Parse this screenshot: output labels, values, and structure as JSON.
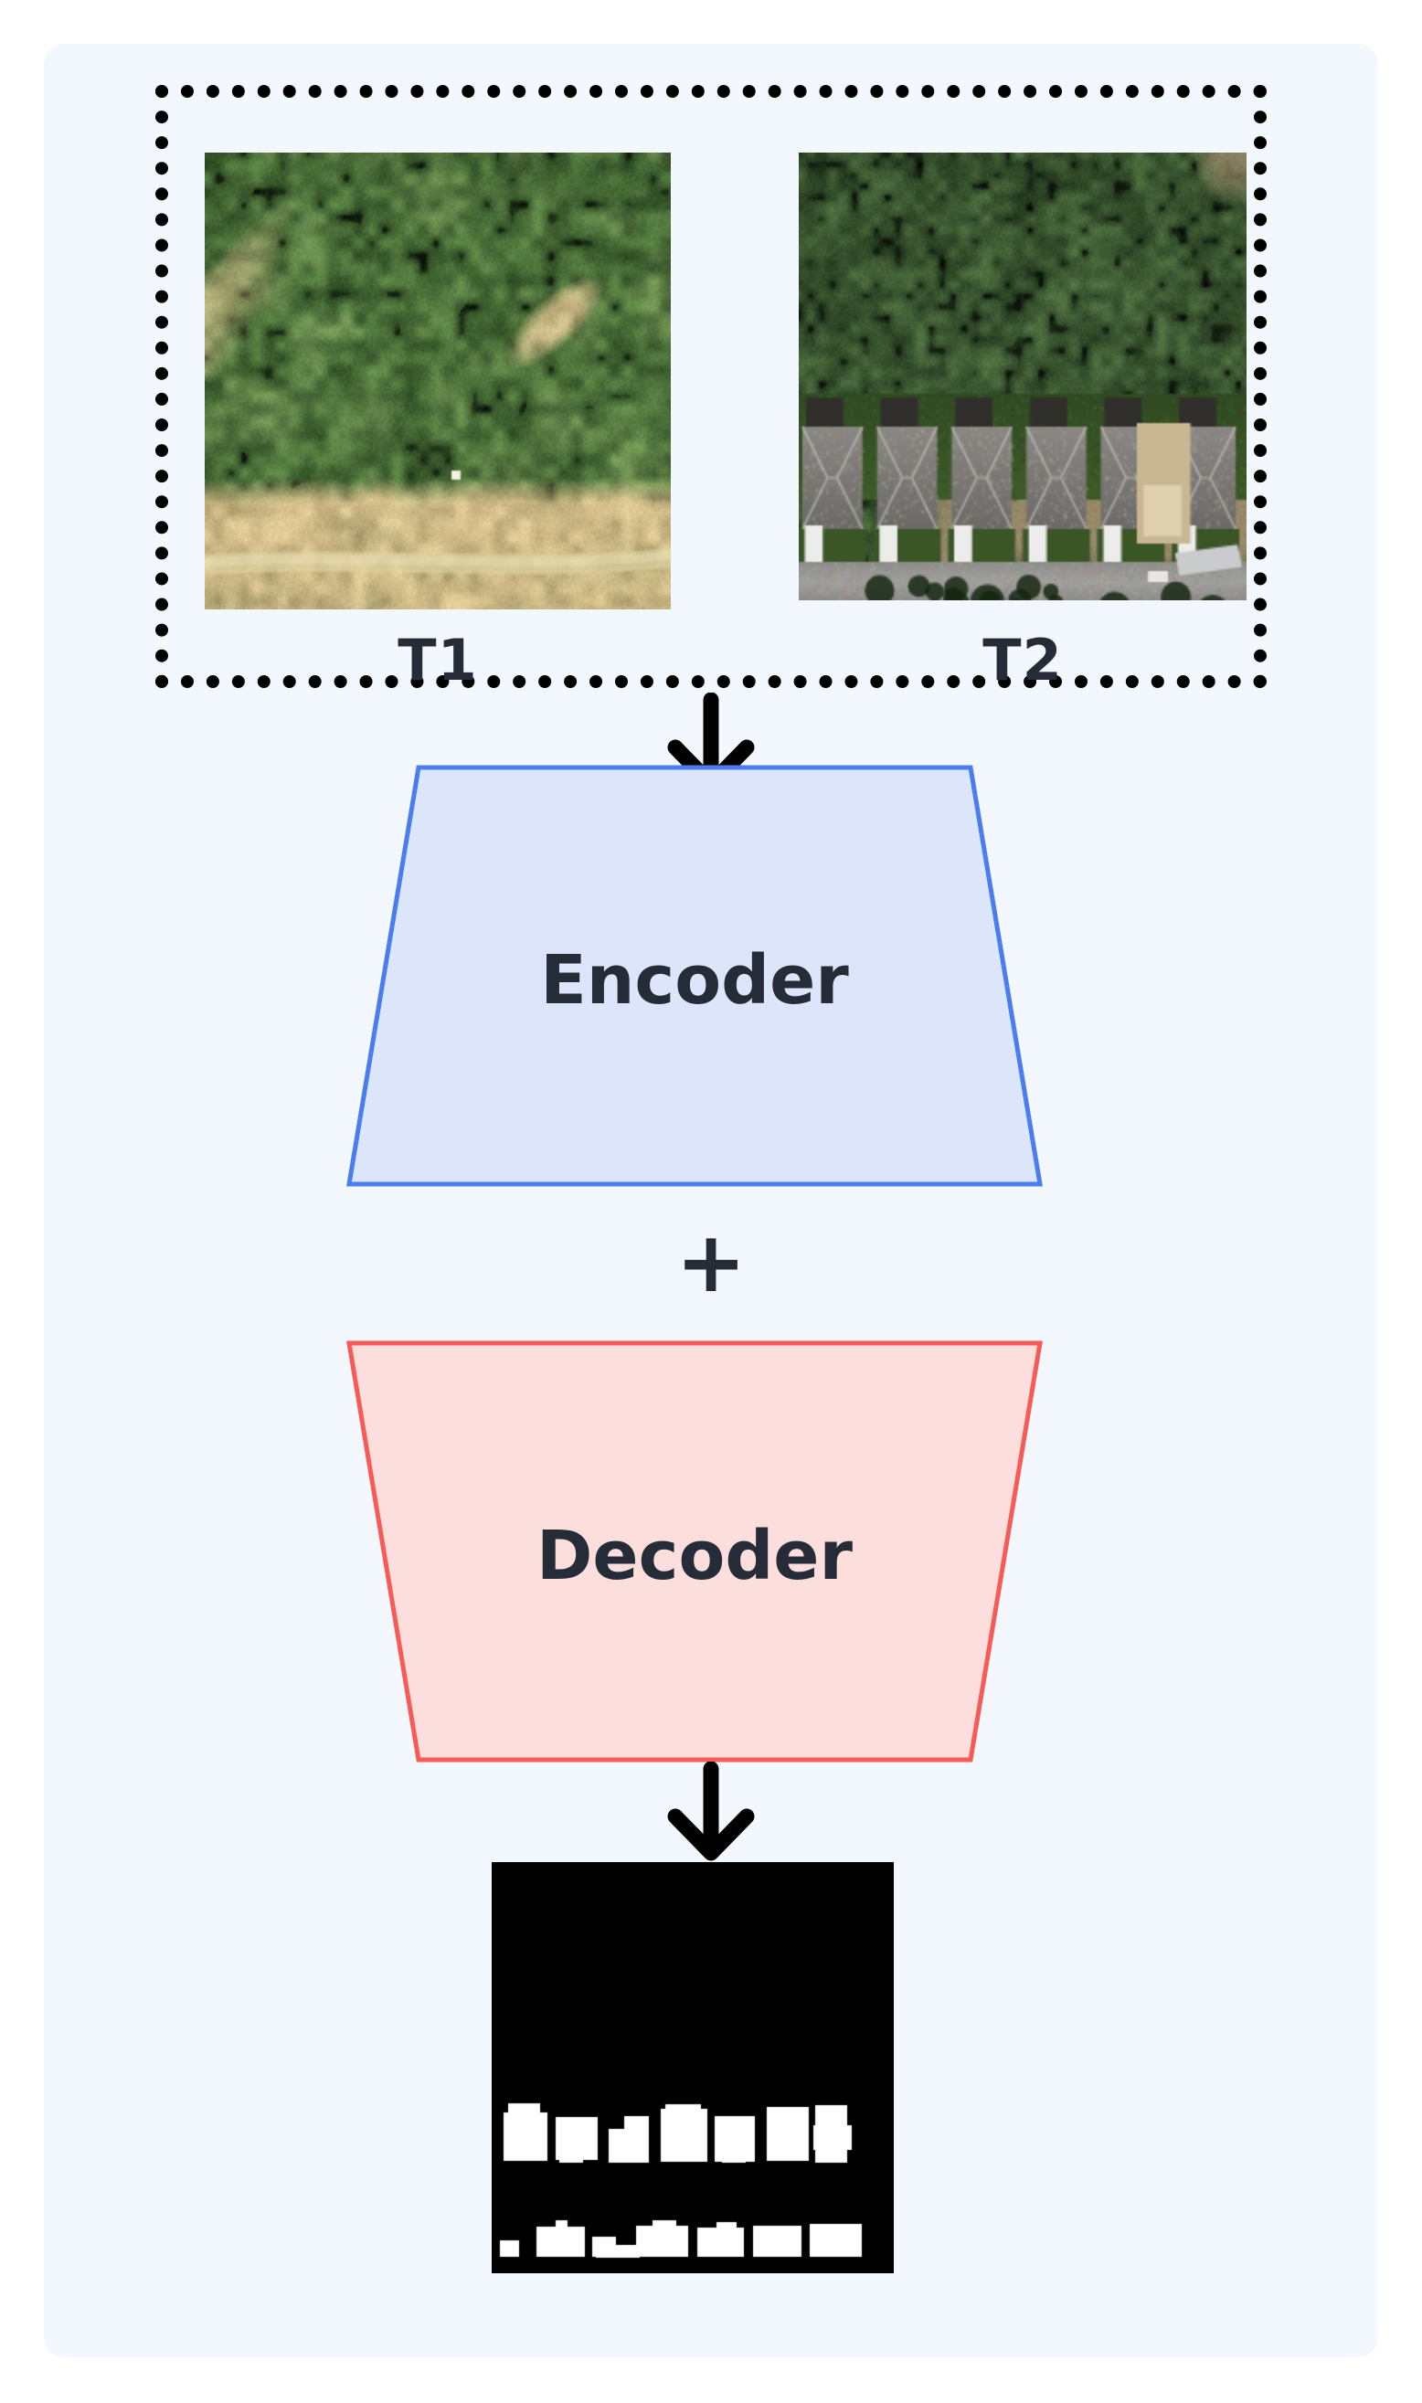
{
  "page": {
    "title": "Change Detection Encoder-Decoder Pipeline",
    "background_color": "#ffffff",
    "panel_color": "#f3f7fe"
  },
  "input_group": {
    "border_style": "dotted",
    "border_color": "#000000",
    "tiles": [
      {
        "id": "t1",
        "label": "T1",
        "description": "satellite-image-forest-pre-change",
        "kind": "aerial-imagery"
      },
      {
        "id": "t2",
        "label": "T2",
        "description": "satellite-image-suburban-houses-post-change",
        "kind": "aerial-imagery"
      }
    ]
  },
  "flow": {
    "arrow_1_icon": "down-arrow-icon",
    "arrow_2_icon": "down-arrow-icon",
    "arrow_color": "#000000",
    "plus_symbol": "+",
    "plus_color": "#252c38"
  },
  "blocks": [
    {
      "id": "encoder",
      "label": "Encoder",
      "shape": "trapezoid-narrow-bottom",
      "fill_color": "#dde5fb",
      "stroke_color": "#4a7df2",
      "text_color": "#252c38"
    },
    {
      "id": "decoder",
      "label": "Decoder",
      "shape": "trapezoid-narrow-top-inverted",
      "fill_color": "#fcdedd",
      "stroke_color": "#f75a57",
      "text_color": "#252c38"
    }
  ],
  "output": {
    "id": "change-mask",
    "description": "binary-change-detection-mask",
    "background_color": "#000000",
    "foreground_color": "#ffffff",
    "rows": [
      {
        "row": "upper-building-row",
        "y": 0.6,
        "height": 0.135,
        "shapes": [
          {
            "x": 0.03,
            "y": 0.608,
            "w": 0.11,
            "h": 0.118
          },
          {
            "x": 0.04,
            "y": 0.586,
            "w": 0.08,
            "h": 0.03
          },
          {
            "x": 0.16,
            "y": 0.62,
            "w": 0.105,
            "h": 0.105
          },
          {
            "x": 0.168,
            "y": 0.69,
            "w": 0.06,
            "h": 0.04
          },
          {
            "x": 0.29,
            "y": 0.648,
            "w": 0.1,
            "h": 0.082
          },
          {
            "x": 0.33,
            "y": 0.618,
            "w": 0.062,
            "h": 0.04
          },
          {
            "x": 0.42,
            "y": 0.6,
            "w": 0.115,
            "h": 0.128
          },
          {
            "x": 0.432,
            "y": 0.588,
            "w": 0.088,
            "h": 0.026
          },
          {
            "x": 0.555,
            "y": 0.618,
            "w": 0.1,
            "h": 0.11
          },
          {
            "x": 0.572,
            "y": 0.7,
            "w": 0.058,
            "h": 0.03
          },
          {
            "x": 0.685,
            "y": 0.596,
            "w": 0.105,
            "h": 0.13
          },
          {
            "x": 0.805,
            "y": 0.59,
            "w": 0.08,
            "h": 0.14
          },
          {
            "x": 0.8,
            "y": 0.64,
            "w": 0.095,
            "h": 0.06
          }
        ]
      },
      {
        "row": "lower-building-row",
        "y": 0.885,
        "height": 0.075,
        "shapes": [
          {
            "x": 0.02,
            "y": 0.92,
            "w": 0.048,
            "h": 0.04
          },
          {
            "x": 0.112,
            "y": 0.886,
            "w": 0.12,
            "h": 0.074
          },
          {
            "x": 0.16,
            "y": 0.872,
            "w": 0.03,
            "h": 0.02
          },
          {
            "x": 0.25,
            "y": 0.912,
            "w": 0.06,
            "h": 0.048
          },
          {
            "x": 0.258,
            "y": 0.93,
            "w": 0.11,
            "h": 0.03
          },
          {
            "x": 0.36,
            "y": 0.884,
            "w": 0.13,
            "h": 0.076
          },
          {
            "x": 0.4,
            "y": 0.872,
            "w": 0.06,
            "h": 0.022
          },
          {
            "x": 0.512,
            "y": 0.888,
            "w": 0.115,
            "h": 0.072
          },
          {
            "x": 0.56,
            "y": 0.876,
            "w": 0.05,
            "h": 0.02
          },
          {
            "x": 0.65,
            "y": 0.884,
            "w": 0.12,
            "h": 0.076
          },
          {
            "x": 0.79,
            "y": 0.88,
            "w": 0.13,
            "h": 0.08
          }
        ]
      }
    ]
  }
}
